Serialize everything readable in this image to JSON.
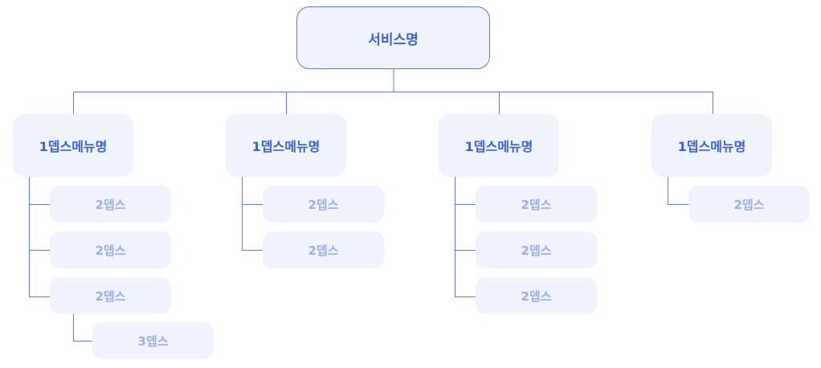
{
  "diagram": {
    "root": {
      "label": "서비스명"
    },
    "branches": [
      {
        "label": "1뎁스메뉴명",
        "children": [
          {
            "label": "2뎁스"
          },
          {
            "label": "2뎁스"
          },
          {
            "label": "2뎁스",
            "children": [
              {
                "label": "3뎁스"
              }
            ]
          }
        ]
      },
      {
        "label": "1뎁스메뉴명",
        "children": [
          {
            "label": "2뎁스"
          },
          {
            "label": "2뎁스"
          }
        ]
      },
      {
        "label": "1뎁스메뉴명",
        "children": [
          {
            "label": "2뎁스"
          },
          {
            "label": "2뎁스"
          },
          {
            "label": "2뎁스"
          }
        ]
      },
      {
        "label": "1뎁스메뉴명",
        "children": [
          {
            "label": "2뎁스"
          }
        ]
      }
    ],
    "colors": {
      "line": "#5a7ad4",
      "node_fill": "#eef3fc",
      "root_text": "#3f5fd0",
      "depth1_text": "#3f5fd0",
      "depth2_text": "#9aaee8"
    }
  }
}
